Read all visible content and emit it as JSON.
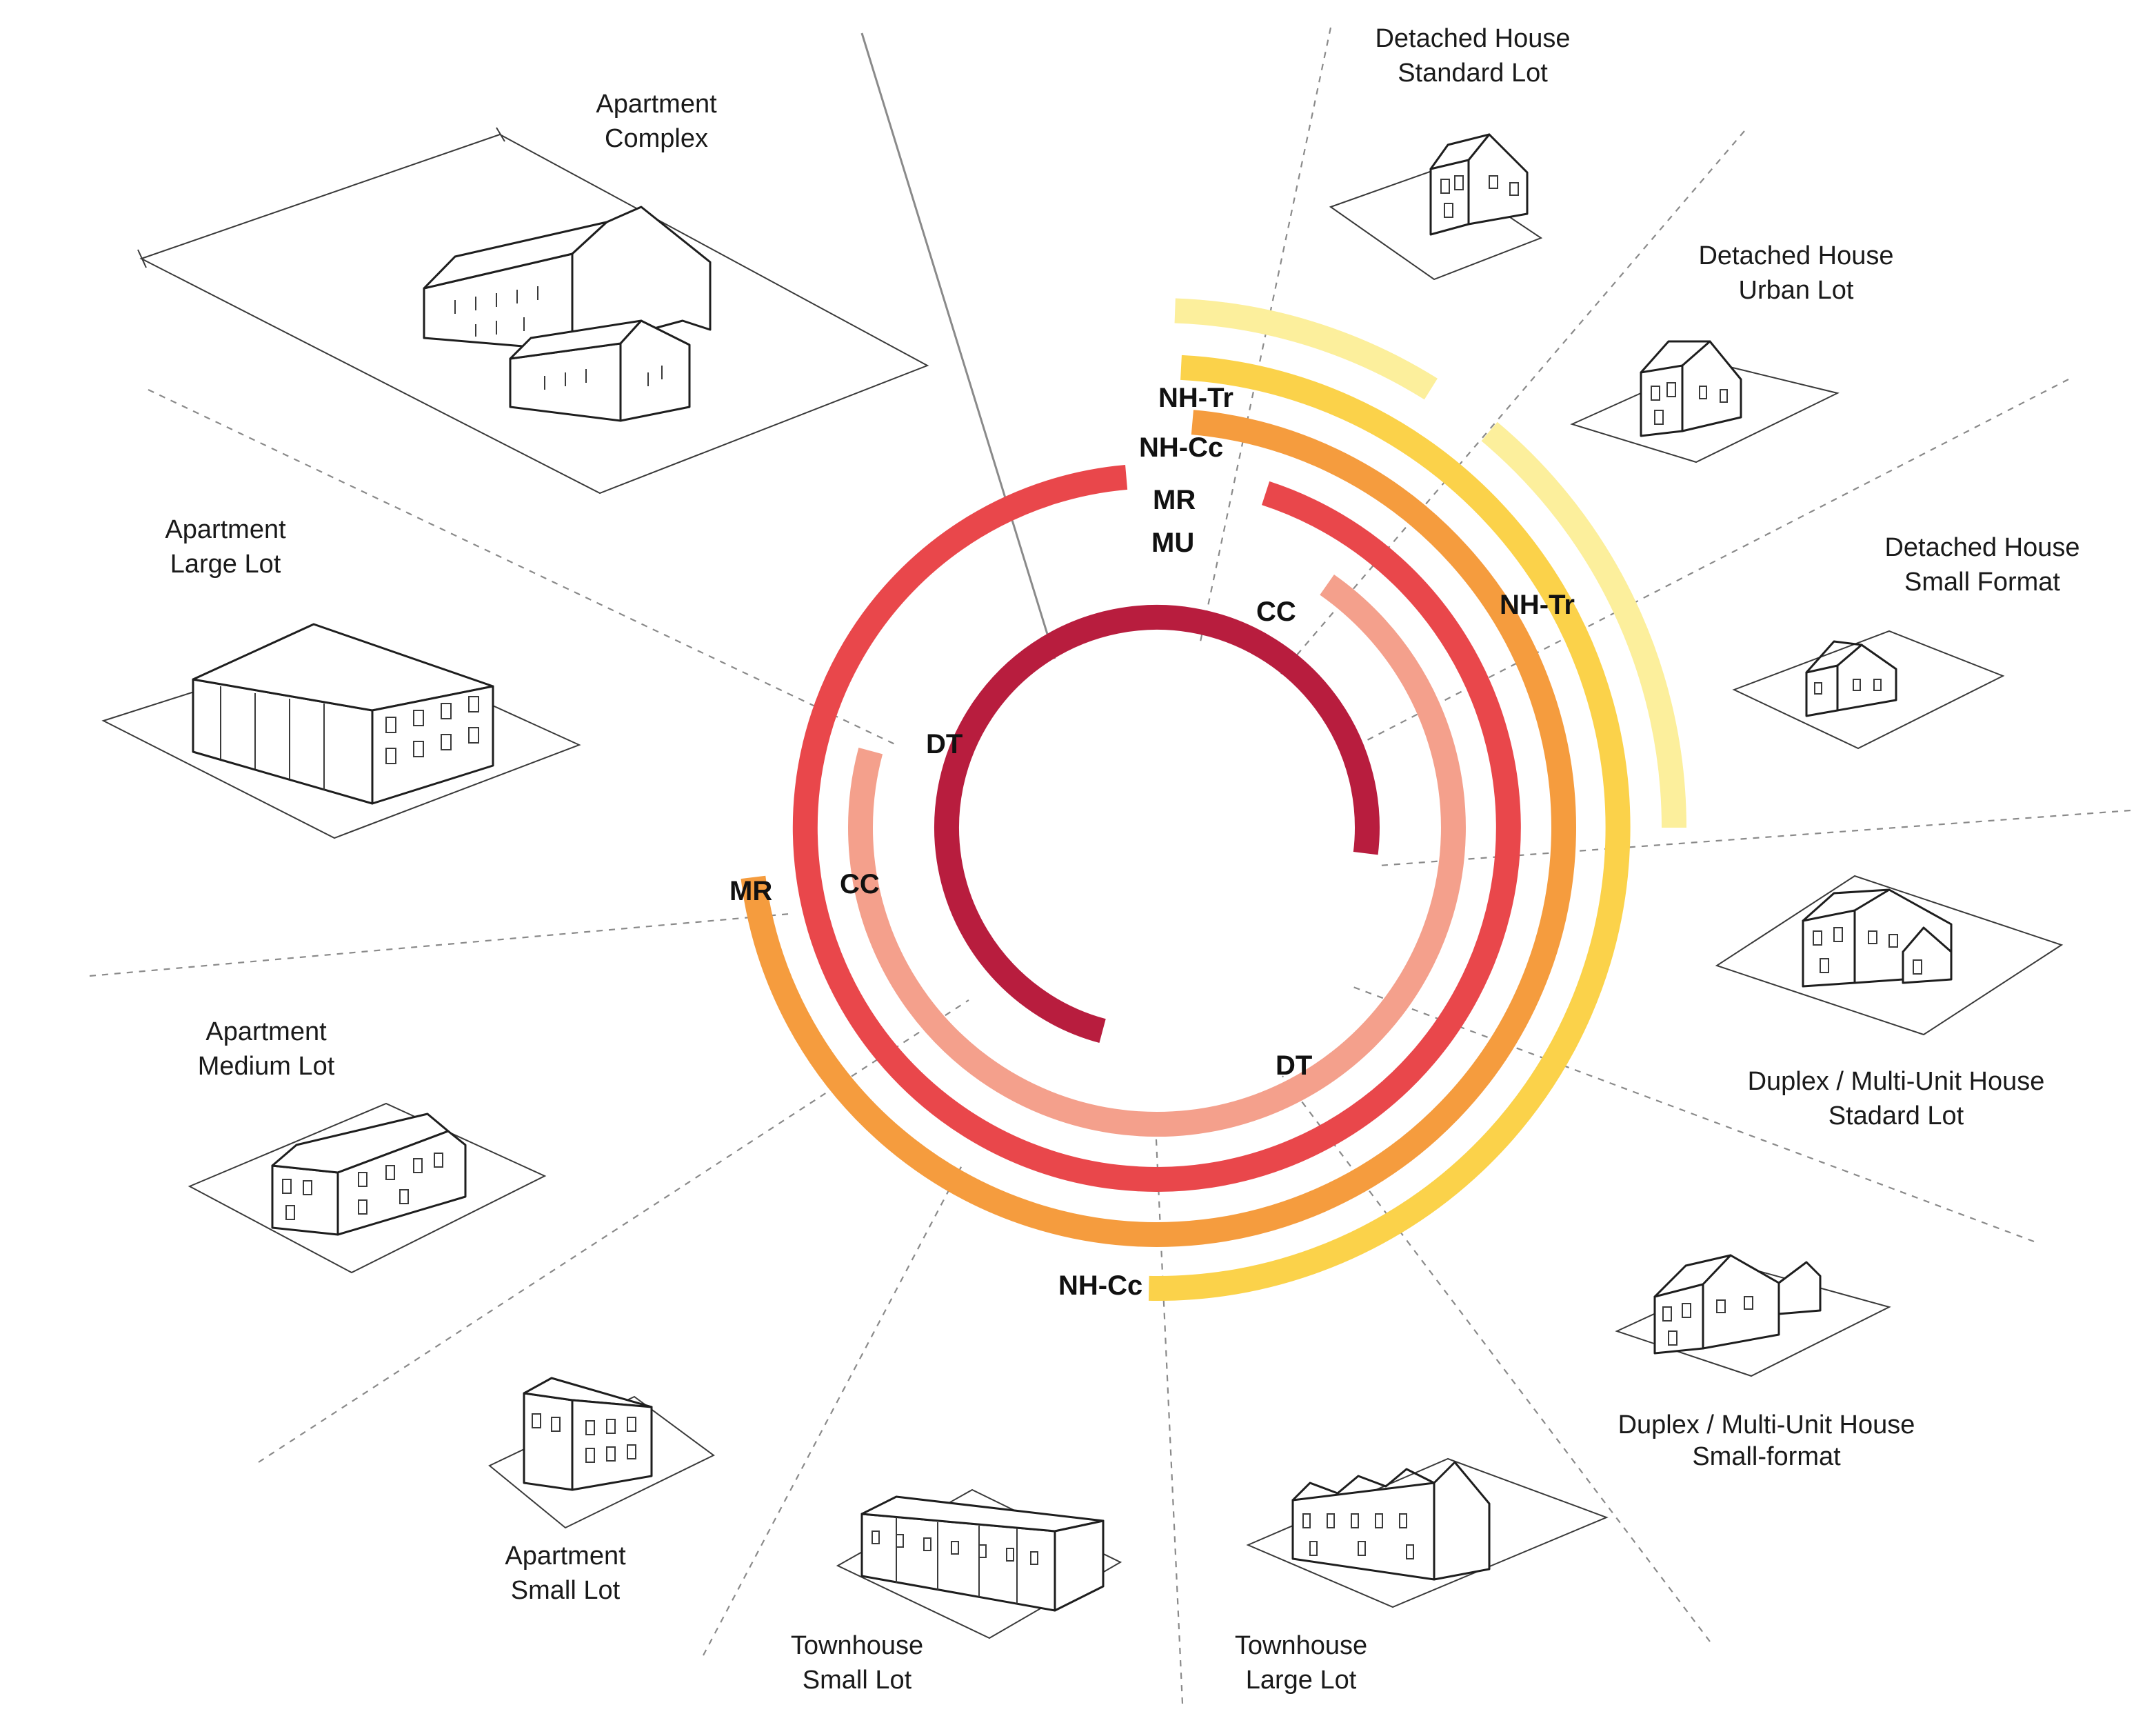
{
  "colors": {
    "DT": "#b81d3e",
    "CC": "#f4a08c",
    "MU": "#e9474b",
    "MR": "#f59c3e",
    "NH-Cc": "#fbd24a",
    "NH-Tr": "#fcef9c"
  },
  "building_types": [
    {
      "id": "apartment-complex",
      "lines": [
        "Apartment",
        "Complex"
      ]
    },
    {
      "id": "detached-house-standard-lot",
      "lines": [
        "Detached House",
        "Standard Lot"
      ]
    },
    {
      "id": "detached-house-urban-lot",
      "lines": [
        "Detached House",
        "Urban Lot"
      ]
    },
    {
      "id": "detached-house-small-format",
      "lines": [
        "Detached House",
        "Small Format"
      ]
    },
    {
      "id": "duplex-multi-unit-house-standard-lot",
      "lines": [
        "Duplex / Multi-Unit House",
        "Stadard Lot"
      ]
    },
    {
      "id": "duplex-multi-unit-house-small-format",
      "lines": [
        "Duplex / Multi-Unit House",
        "Small-format"
      ]
    },
    {
      "id": "townhouse-large-lot",
      "lines": [
        "Townhouse",
        "Large Lot"
      ]
    },
    {
      "id": "townhouse-small-lot",
      "lines": [
        "Townhouse",
        "Small Lot"
      ]
    },
    {
      "id": "apartment-small-lot",
      "lines": [
        "Apartment",
        "Small Lot"
      ]
    },
    {
      "id": "apartment-medium-lot",
      "lines": [
        "Apartment",
        "Medium Lot"
      ]
    },
    {
      "id": "apartment-large-lot",
      "lines": [
        "Apartment",
        "Large Lot"
      ]
    }
  ],
  "ring_labels": {
    "NH-Tr": "NH-Tr",
    "NH-Cc": "NH-Cc",
    "MR": "MR",
    "MU": "MU",
    "CC": "CC",
    "DT": "DT"
  },
  "rings": [
    {
      "district": "DT",
      "label": "DT"
    },
    {
      "district": "CC",
      "label": "CC"
    },
    {
      "district": "MU",
      "label": "MU"
    },
    {
      "district": "MR",
      "label": "MR"
    },
    {
      "district": "NH-Cc",
      "label": "NH-Cc"
    },
    {
      "district": "NH-Tr",
      "label": "NH-Tr"
    }
  ]
}
